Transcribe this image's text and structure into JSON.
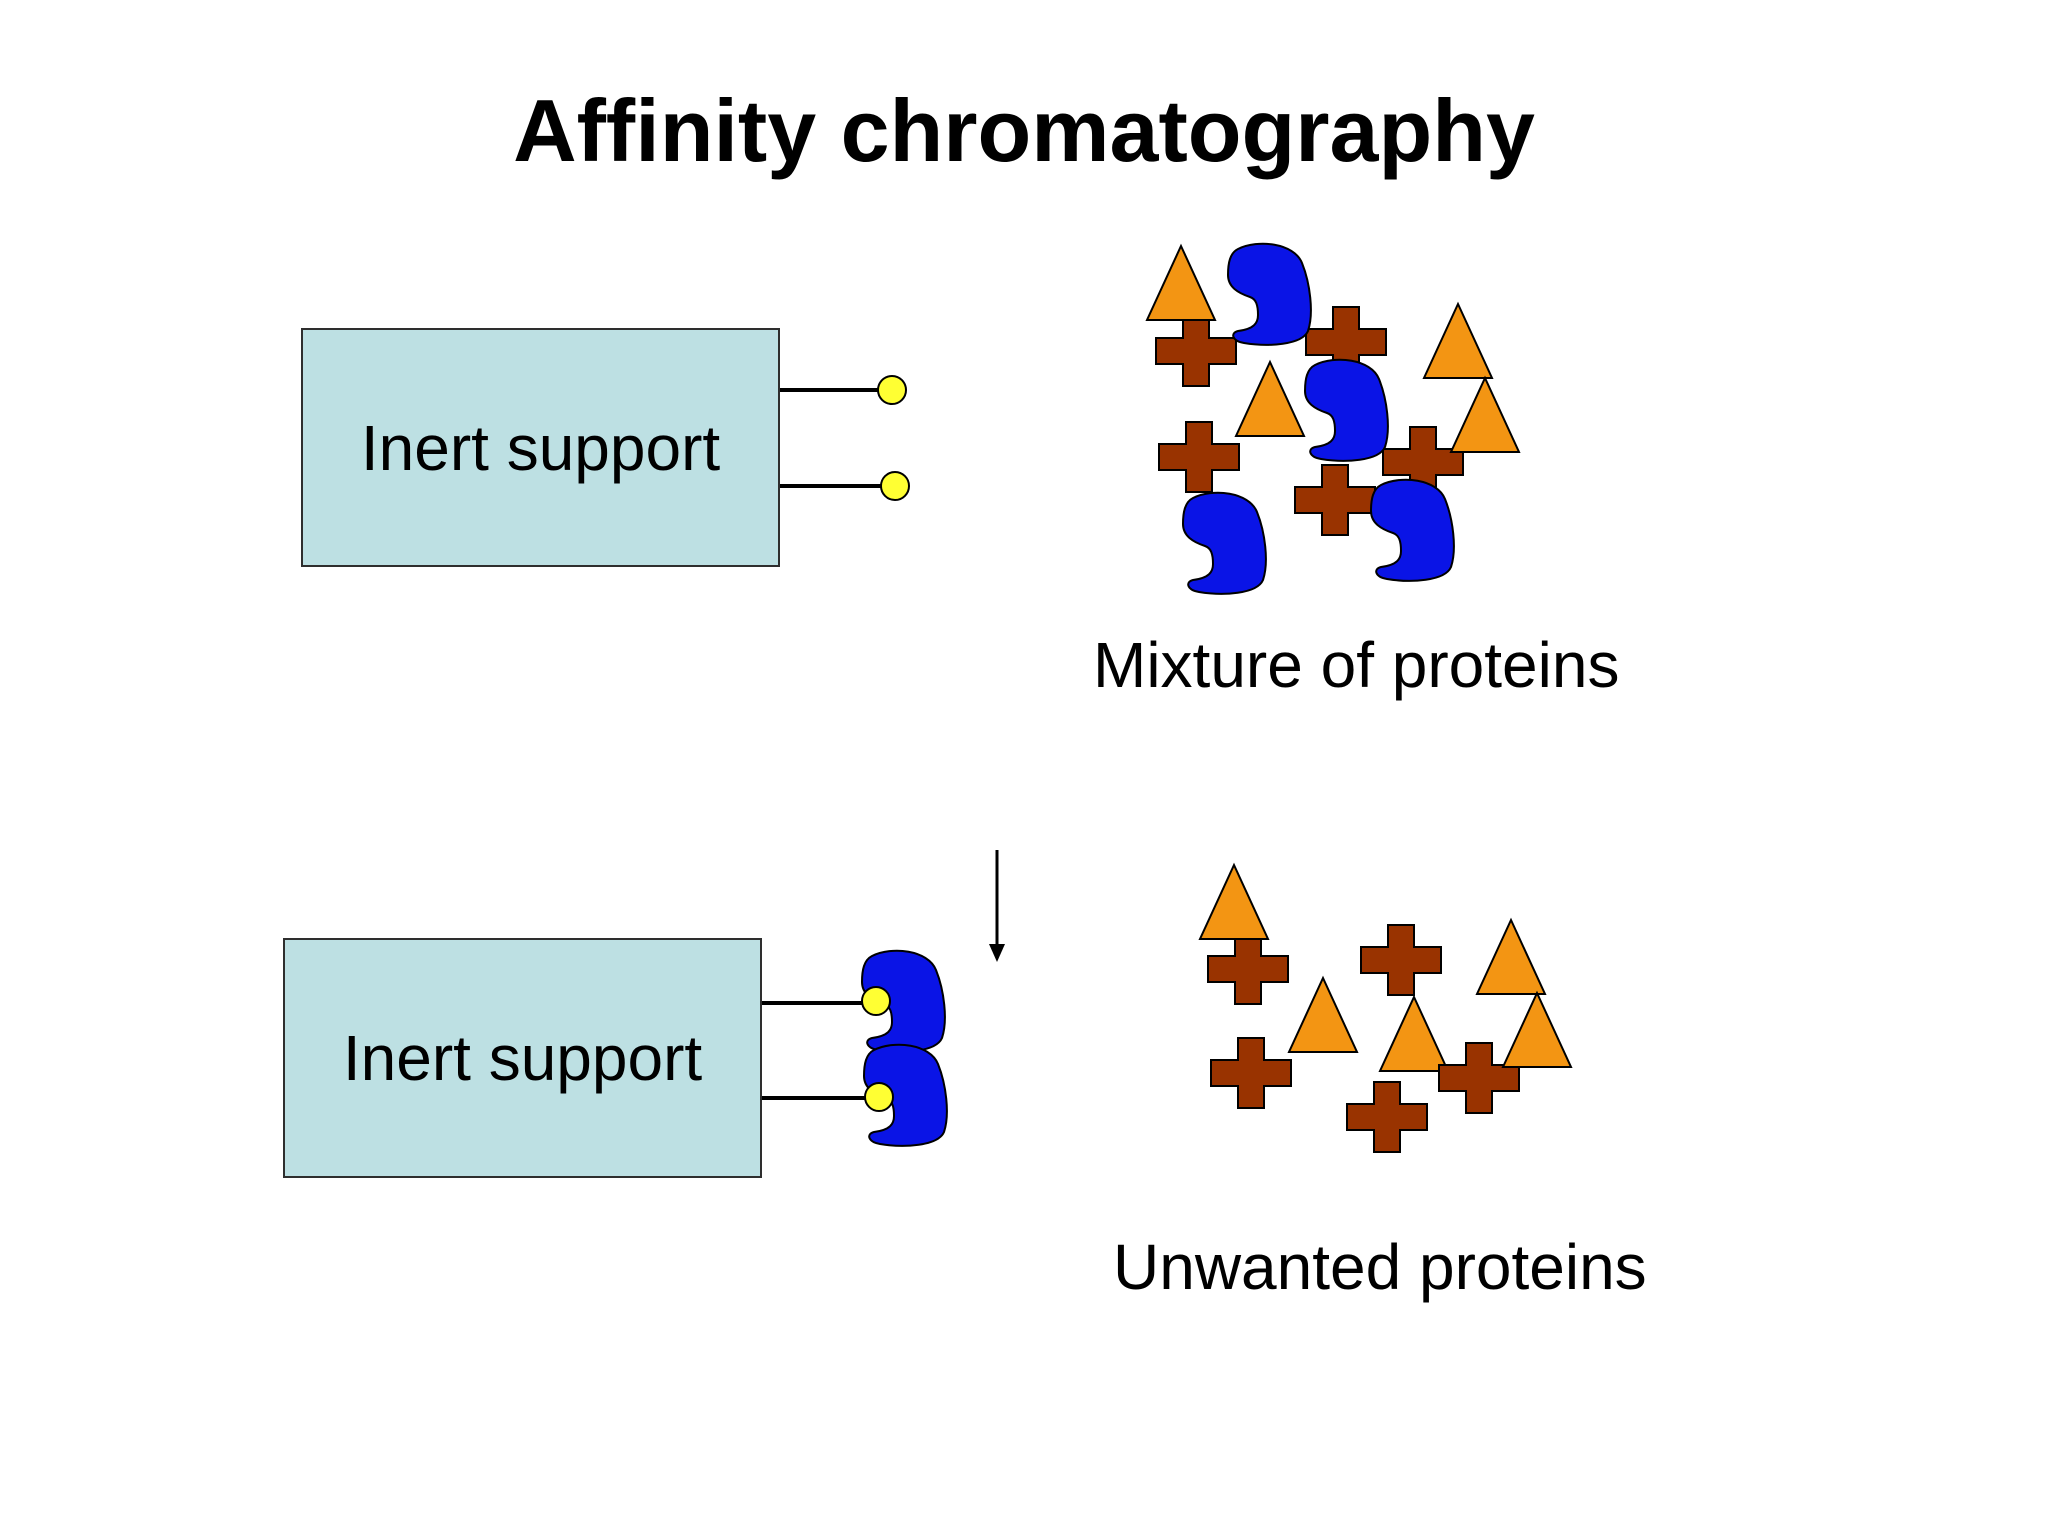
{
  "title": "Affinity chromatography",
  "support_label": "Inert support",
  "mixture_label": "Mixture of proteins",
  "unwanted_label": "Unwanted proteins",
  "colors": {
    "support_fill": "#bde0e3",
    "ligand": "#ffff33",
    "target_protein": "#0a14e6",
    "triangle_protein": "#f39513",
    "cross_protein": "#993300"
  }
}
